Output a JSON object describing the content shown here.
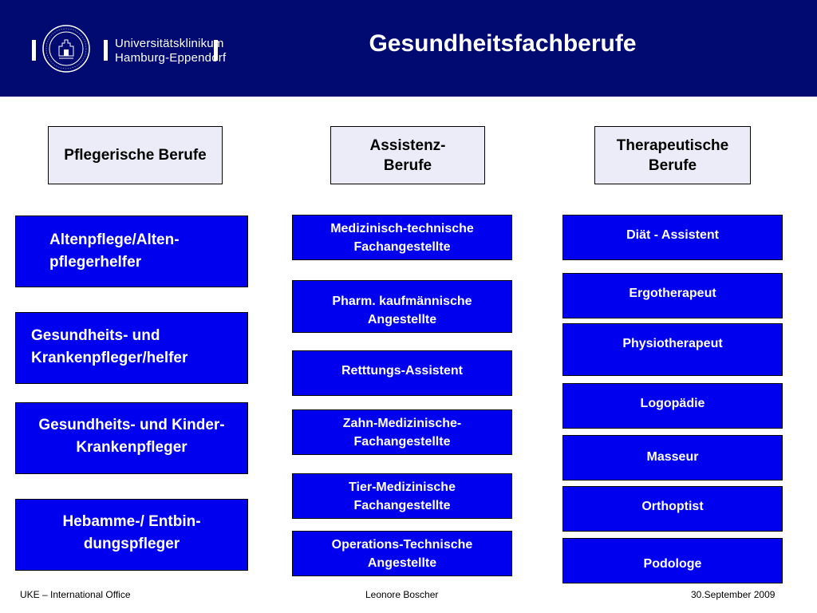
{
  "header": {
    "title": "Gesundheitsfachberufe",
    "logo_line1": "Universitätsklinikum",
    "logo_line2": "Hamburg-Eppendorf"
  },
  "categories": {
    "nursing": "Pflegerische Berufe",
    "assistant": "Assistenz-Berufe",
    "therapeutic": "Therapeutische Berufe"
  },
  "nursing_items": [
    "Altenpflege/Alten-pflegerhelfer",
    "Gesundheits- und Krankenpfleger/helfer",
    "Gesundheits- und Kinder-Krankenpfleger",
    "Hebamme-/ Entbin-dungspfleger"
  ],
  "assistant_items": [
    "Medizinisch-technische Fachangestellte",
    "Pharm. kaufmännische Angestellte",
    "Retttungs-Assistent",
    "Zahn-Medizinische-Fachangestellte",
    "Tier-Medizinische Fachangestellte",
    "Operations-Technische Angestellte"
  ],
  "therapeutic_items": [
    "Diät - Assistent",
    "Ergotherapeut",
    "Physiotherapeut",
    "Logopädie",
    "Masseur",
    "Orthoptist",
    "Podologe"
  ],
  "footer": {
    "left": "UKE – International Office",
    "center": "Leonore Boscher",
    "right": "30.September 2009"
  },
  "colors": {
    "header_bg": "#000a70",
    "box_blue": "#0000ee",
    "category_bg": "#ececf8"
  }
}
